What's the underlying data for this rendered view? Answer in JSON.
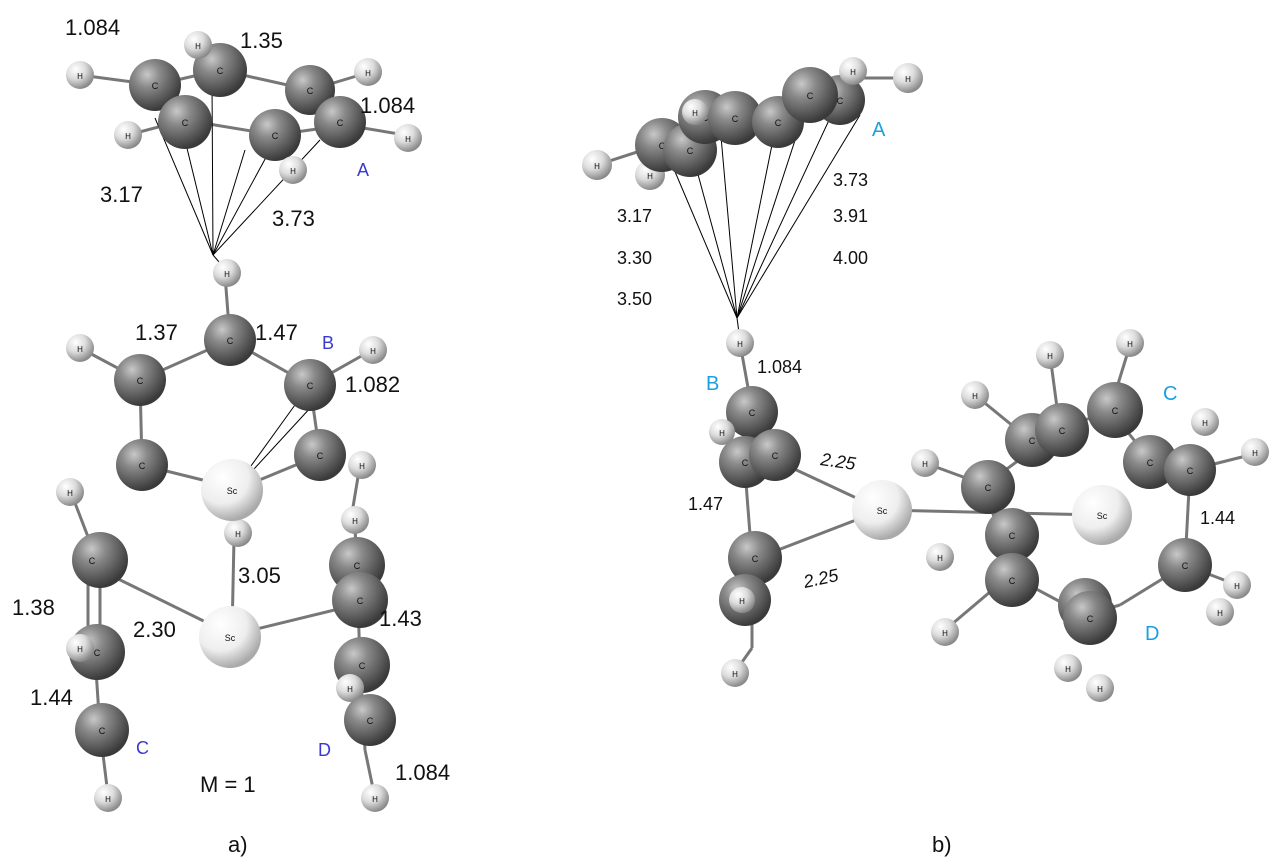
{
  "colors": {
    "carbon": "#5a5a5a",
    "carbon_light": "#b4b4b4",
    "hydrogen": "#d8d8d8",
    "scandium": "#f2f2f2",
    "fragment_label_a": "#3a3ad0",
    "fragment_label_b": "#1aa0e0",
    "text": "#111111"
  },
  "atom_symbols": {
    "carbon": "C",
    "hydrogen": "H",
    "scandium": "Sc"
  },
  "panel_a": {
    "caption": "a)",
    "multiplicity": "M = 1",
    "fragments": [
      "A",
      "B",
      "C",
      "D"
    ],
    "distances": [
      "1.084",
      "1.35",
      "1.084",
      "3.17",
      "3.73",
      "1.37",
      "1.47",
      "1.082",
      "3.05",
      "1.38",
      "2.30",
      "1.43",
      "1.44",
      "1.084"
    ]
  },
  "panel_b": {
    "caption": "b)",
    "fragments": [
      "A",
      "B",
      "C",
      "D"
    ],
    "distances": [
      "3.73",
      "3.17",
      "3.91",
      "3.30",
      "4.00",
      "3.50",
      "1.084",
      "2.25",
      "1.47",
      "2.25",
      "1.44"
    ]
  }
}
